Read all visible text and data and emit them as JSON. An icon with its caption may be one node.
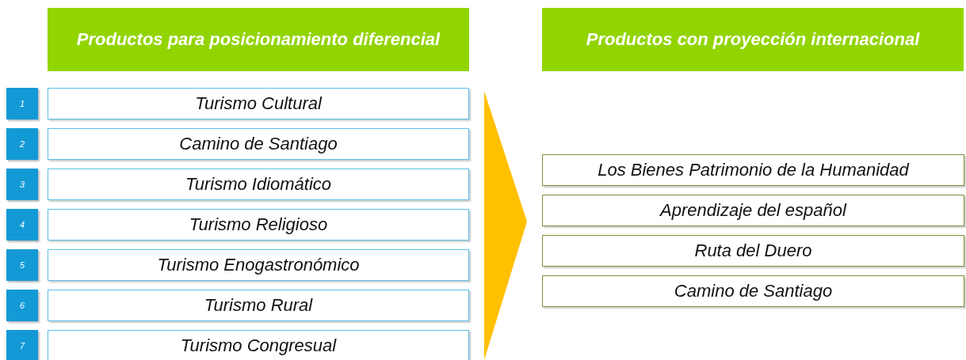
{
  "diagram": {
    "nodes": [
      {
        "text": [
          "Productos para posicionamiento diferencial"
        ]
      },
      {
        "text": [
          "1"
        ]
      },
      {
        "text": [
          "Turismo Cultural"
        ]
      },
      {
        "text": [
          "2"
        ]
      },
      {
        "text": [
          "Camino de Santiago"
        ]
      },
      {
        "text": [
          "3"
        ]
      },
      {
        "text": [
          "Turismo Idiomático"
        ]
      },
      {
        "text": [
          "4"
        ]
      },
      {
        "text": [
          "Turismo Religioso"
        ]
      },
      {
        "text": [
          "5"
        ]
      },
      {
        "text": [
          "Turismo Enogastronómico"
        ]
      },
      {
        "text": [
          "6"
        ]
      },
      {
        "text": [
          "Turismo Rural"
        ]
      },
      {
        "text": [
          "7"
        ]
      },
      {
        "text": [
          "Turismo Congresual"
        ]
      },
      {
        "text": [
          "Productos con proyección internacional"
        ]
      },
      {
        "text": [
          "Los Bienes Patrimonio de la Humanidad"
        ]
      },
      {
        "text": [
          "Aprendizaje del español"
        ]
      },
      {
        "text": [
          "Ruta del Duero"
        ]
      },
      {
        "text": [
          "Camino de Santiago"
        ]
      }
    ],
    "edges": []
  }
}
